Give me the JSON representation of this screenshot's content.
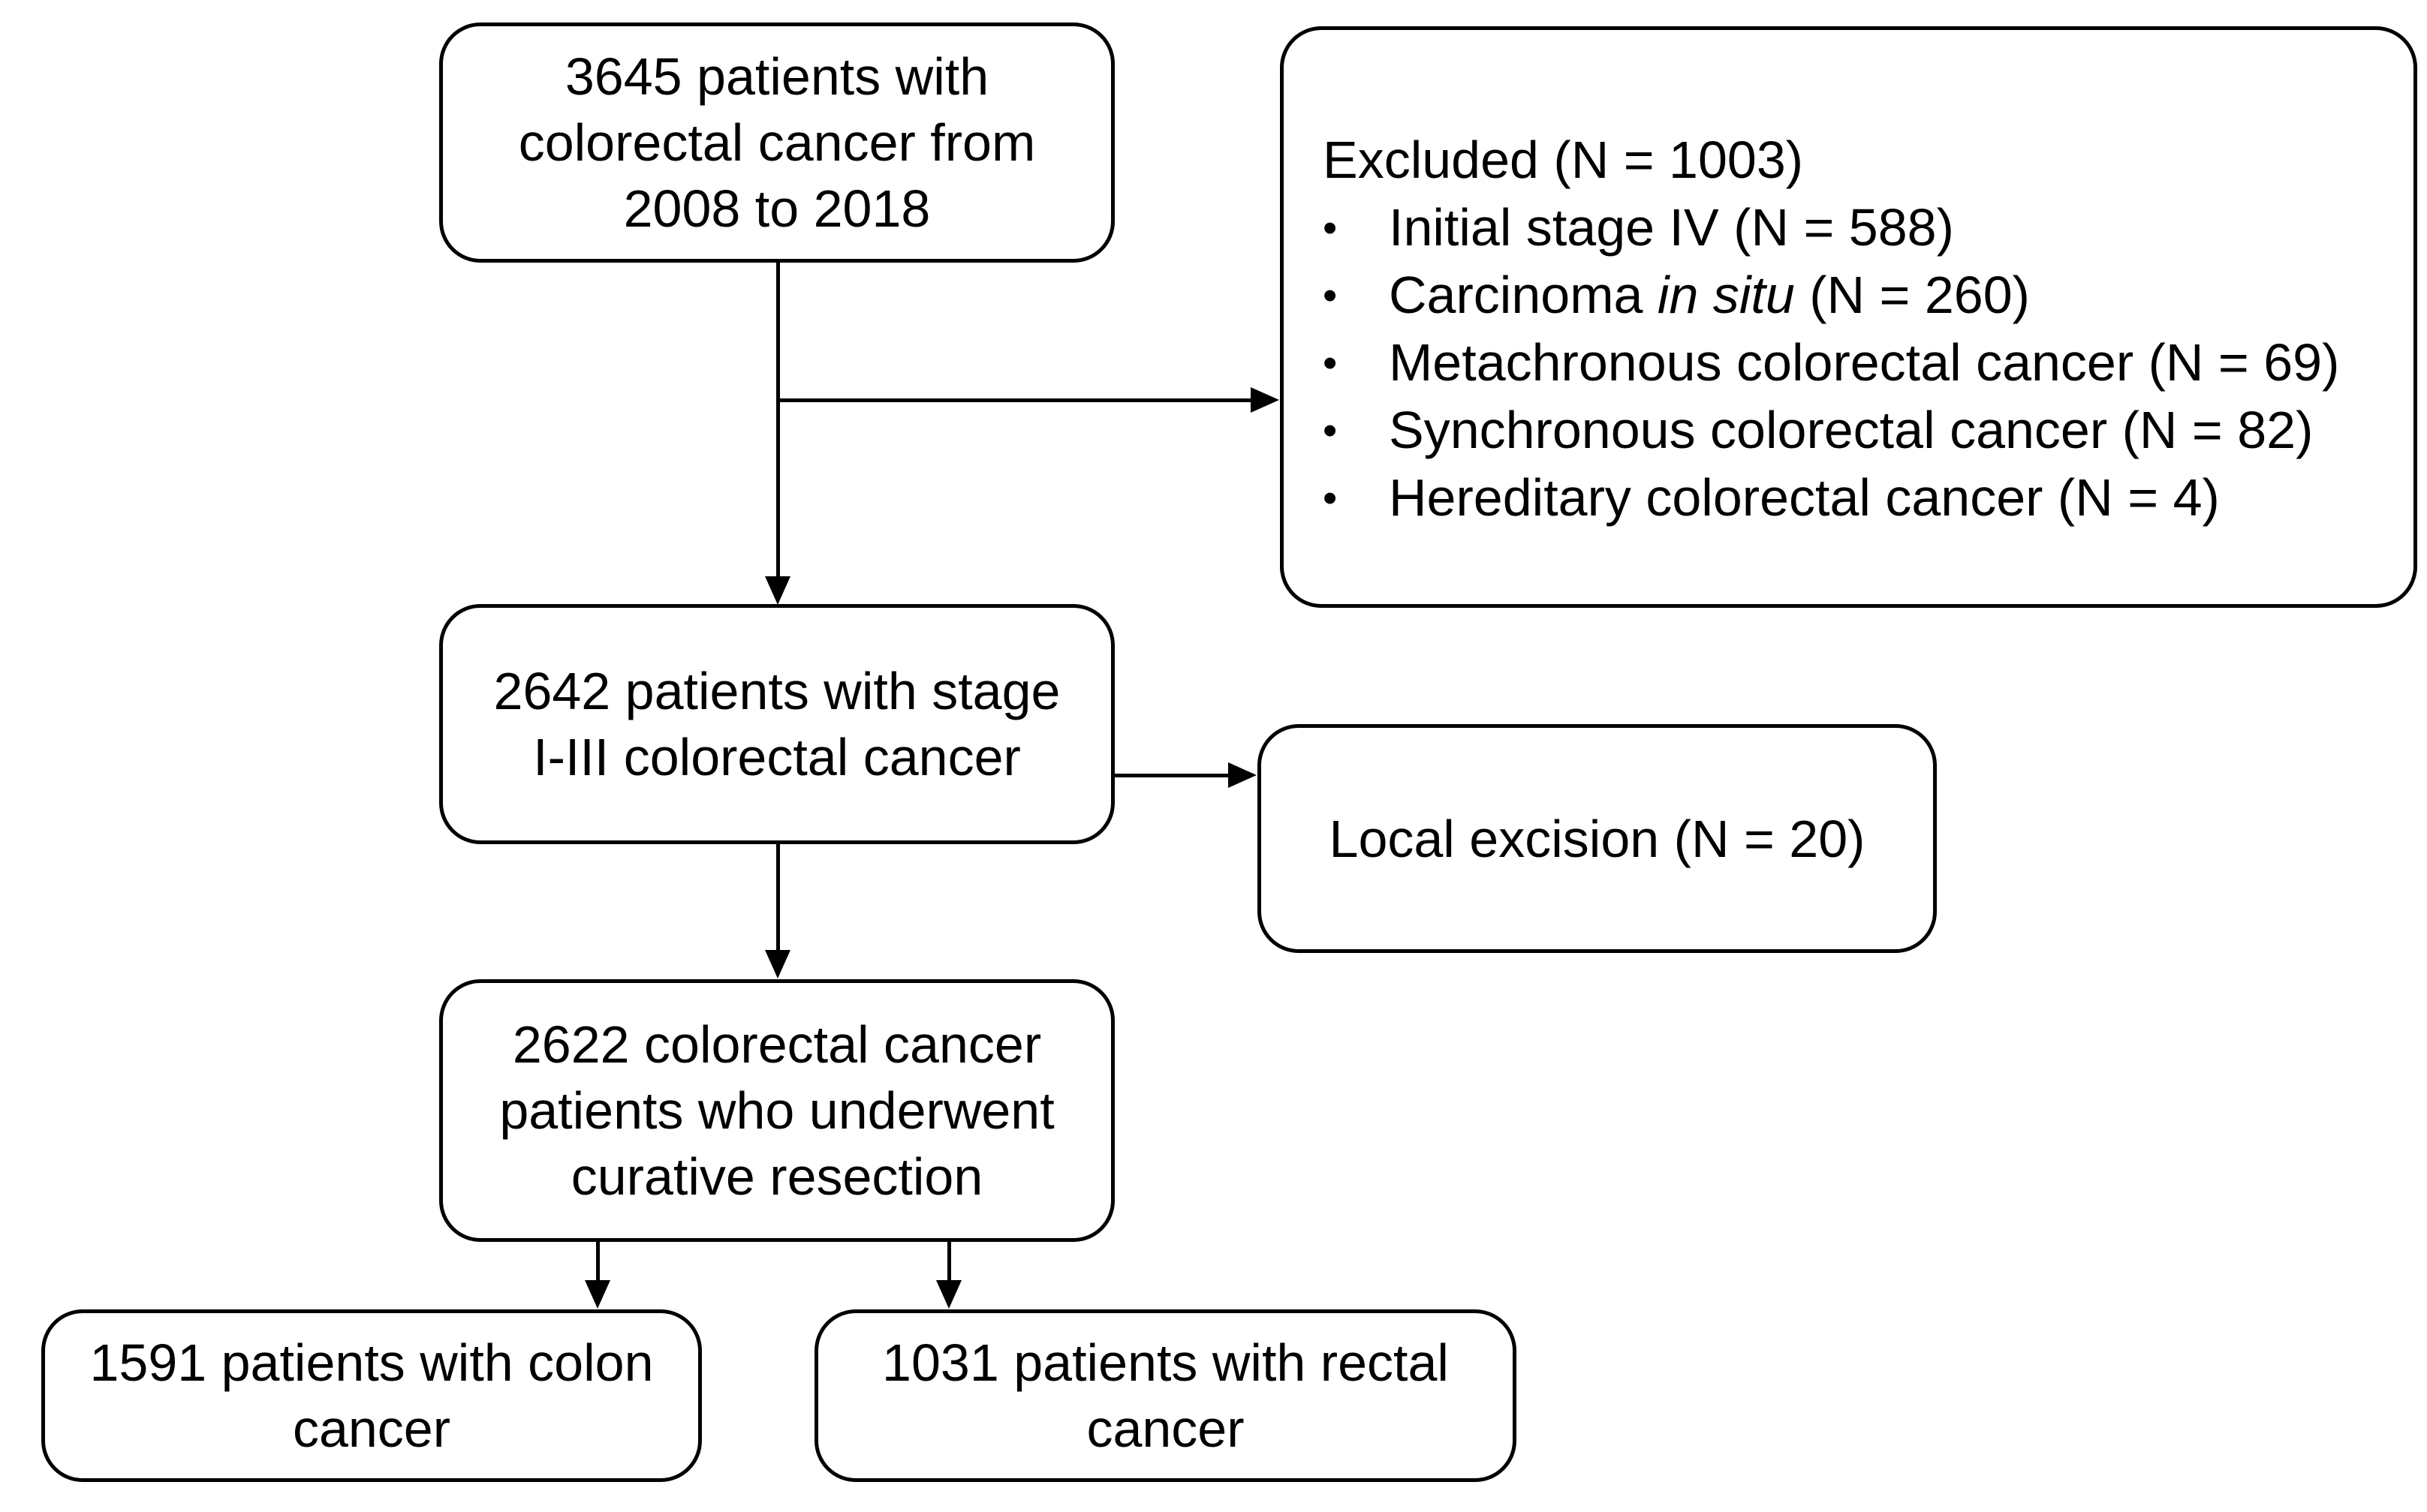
{
  "colors": {
    "stroke": "#000000",
    "text": "#000000",
    "background": "#ffffff"
  },
  "boxes": {
    "top": {
      "lines": [
        "3645 patients with",
        "colorectal cancer from",
        "2008 to 2018"
      ]
    },
    "excluded": {
      "title": "Excluded (N = 1003)",
      "bullet_glyph": "•",
      "items": [
        {
          "pre": "Initial stage IV (N = 588)",
          "italic": "",
          "post": ""
        },
        {
          "pre": "Carcinoma ",
          "italic": "in situ",
          "post": " (N = 260)"
        },
        {
          "pre": "Metachronous colorectal cancer (N = 69)",
          "italic": "",
          "post": ""
        },
        {
          "pre": "Synchronous colorectal cancer (N = 82)",
          "italic": "",
          "post": ""
        },
        {
          "pre": "Hereditary colorectal cancer (N = 4)",
          "italic": "",
          "post": ""
        }
      ]
    },
    "stage": {
      "lines": [
        "2642 patients with stage",
        "I-III colorectal cancer"
      ]
    },
    "local": {
      "label": "Local excision (N = 20)"
    },
    "curative": {
      "lines": [
        "2622 colorectal cancer",
        "patients who underwent",
        "curative resection"
      ]
    },
    "colon": {
      "lines": [
        "1591 patients with colon",
        "cancer"
      ]
    },
    "rectal": {
      "lines": [
        "1031 patients with rectal",
        "cancer"
      ]
    }
  }
}
